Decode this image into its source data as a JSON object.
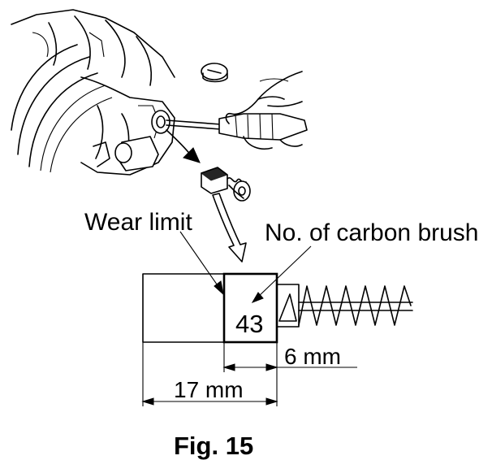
{
  "labels": {
    "wear_limit": "Wear limit",
    "brush_number_caption": "No. of carbon brush",
    "brush_number": "43",
    "dim_small": "6 mm",
    "dim_large": "17 mm",
    "figure": "Fig. 15"
  },
  "colors": {
    "line": "#000000",
    "background": "#ffffff"
  },
  "icons": [
    "arrow-down-icon",
    "screwdriver-icon",
    "hand-icon"
  ]
}
